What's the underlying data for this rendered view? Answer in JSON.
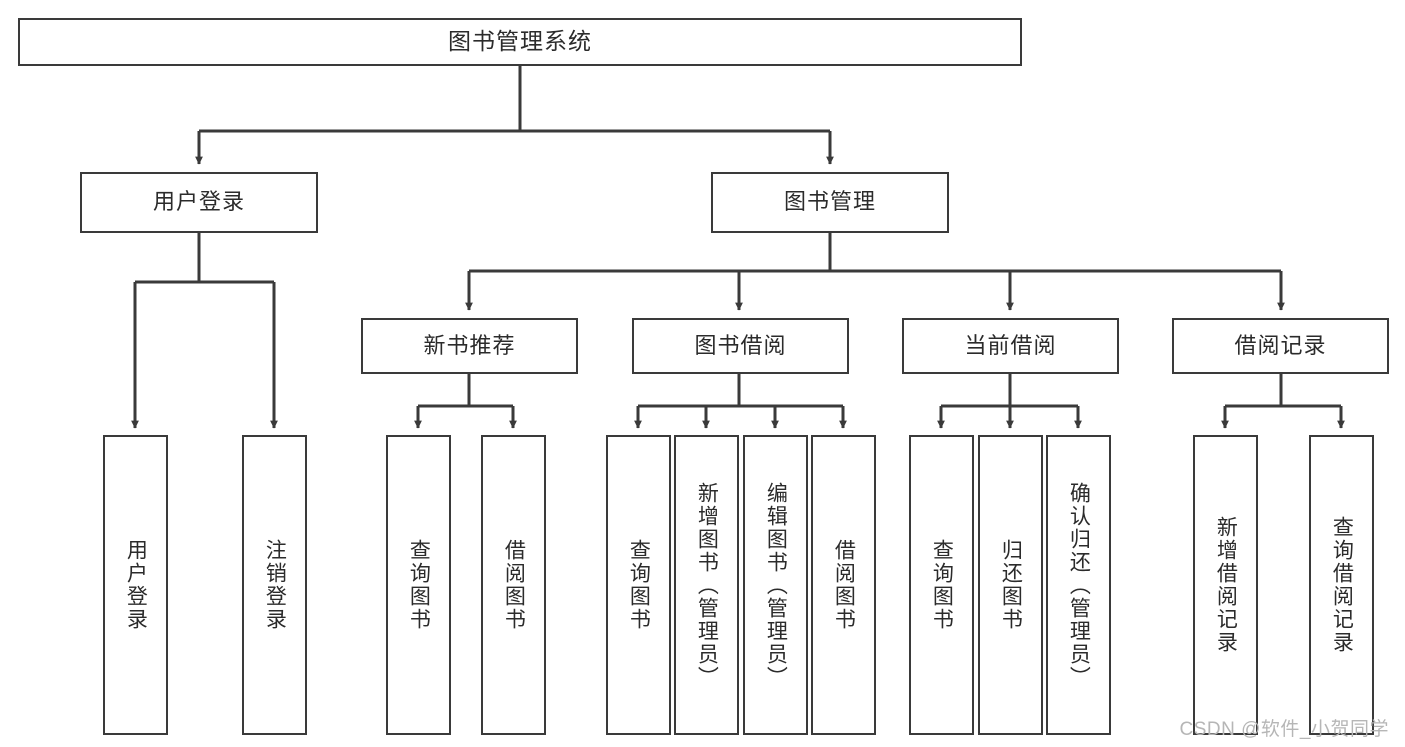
{
  "diagram": {
    "type": "tree",
    "title": "图书管理系统",
    "orientation": "top-down",
    "colors": {
      "box_border": "#3a3a3a",
      "box_fill": "#ffffff",
      "edge": "#3a3a3a",
      "text": "#2b2b2b",
      "watermark": "#b6b6b6",
      "background": "#ffffff"
    },
    "root": {
      "label": "图书管理系统"
    },
    "level2": [
      {
        "label": "用户登录"
      },
      {
        "label": "图书管理"
      }
    ],
    "level3": [
      {
        "label": "新书推荐"
      },
      {
        "label": "图书借阅"
      },
      {
        "label": "当前借阅"
      },
      {
        "label": "借阅记录"
      }
    ],
    "leaves": {
      "user_login": [
        {
          "label": "用户登录"
        },
        {
          "label": "注销登录"
        }
      ],
      "new_book_recommend": [
        {
          "label": "查询图书"
        },
        {
          "label": "借阅图书"
        }
      ],
      "book_borrow": [
        {
          "label": "查询图书"
        },
        {
          "label": "新增图书（管理员）"
        },
        {
          "label": "编辑图书（管理员）"
        },
        {
          "label": "借阅图书"
        }
      ],
      "current_borrow": [
        {
          "label": "查询图书"
        },
        {
          "label": "归还图书"
        },
        {
          "label": "确认归还（管理员）"
        }
      ],
      "borrow_record": [
        {
          "label": "新增借阅记录"
        },
        {
          "label": "查询借阅记录"
        }
      ]
    }
  },
  "watermark": {
    "text": "CSDN @软件_小贺同学"
  }
}
